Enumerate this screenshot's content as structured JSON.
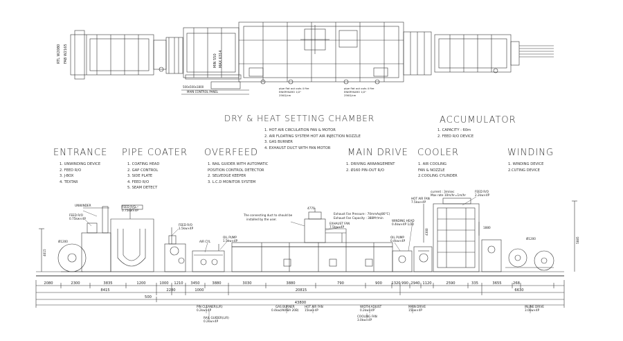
{
  "top_view": {
    "label_width_left_1": "RTL W2080",
    "label_width_left_2": "FAB W2165",
    "label_mid_1": "MIN 550",
    "label_mid_2": "MAX 6314",
    "panel_size": "500x500x1800",
    "main_control_panel": "MAIN CONTROL PANEL",
    "pipe_note_1a": "pipe flat out outs 4 fire",
    "pipe_note_1b": "ENKRYKARO 1/2\"",
    "pipe_note_1c": "25KG/cm",
    "pipe_note_2a": "pipe flat out outs 4 fire",
    "pipe_note_2b": "ENKRYKARO 1/2\"",
    "pipe_note_2c": "25KG/cm"
  },
  "sections": {
    "dry_heat": {
      "title": "DRY & HEAT SETTING CHAMBER",
      "items": [
        "1. HOT AIR CIRCULATION FAN & MOTOR",
        "2. AIR FLOATING SYSTEM HOT AIR INJECTION NOZZLE",
        "3. GAS BURNER",
        "4. EXHAUST DUCT WITH FAN MOTOR"
      ]
    },
    "accumulator": {
      "title": "ACCUMULATOR",
      "items": [
        "1. CAPACITY : 60m",
        "2. FEED R/O DEVICE"
      ]
    },
    "entrance": {
      "title": "ENTRANCE",
      "items": [
        "1. UNWINDING DEVICE",
        "2. FEED R/O",
        "3. J-BOX",
        "4. TEXTAR"
      ]
    },
    "pipe_coater": {
      "title": "PIPE COATER",
      "items": [
        "1. COATING HEAD",
        "2. GAP CONTROL",
        "3. SIDE PLATE",
        "4. FEED R/O",
        "5. SEAM DETECT"
      ]
    },
    "overfeed": {
      "title": "OVERFEED",
      "items": [
        "1. RAIL GUIDER WITH AUTOMATIC",
        "   POSITION CONTROL DETECTOR",
        "2. SELVEDGE KEEPER",
        "3. L.C.D MONITOR SYSTEM"
      ]
    },
    "main_drive": {
      "title": "MAIN DRIVE",
      "items": [
        "1. DRIVING ARRANGEMENT",
        "2. Ø160 PIN-OUT R/O"
      ]
    },
    "cooler": {
      "title": "COOLER",
      "items": [
        "1. AIR COOLING",
        "   FAN & NOZZLE",
        "2.COOLING CYLINDER"
      ]
    },
    "winding": {
      "title": "WINDING",
      "items": [
        "1. WINDING DEVICE",
        "",
        "2.CUTING DEVICE"
      ]
    }
  },
  "side_view": {
    "callouts": {
      "feed_ro_top": "FEED R/O",
      "feed_ro_top_spec": "0.75kw×4P",
      "feed_ro_left": "FEED R/O",
      "feed_ro_left_spec": "0.75kw×4P",
      "feed_ro_mid": "FEED R/O",
      "feed_ro_mid_spec": "1.5kw×4P",
      "unwinder": "UNWINDER",
      "air_cyl": "AIR CYL",
      "oil_pump": "OIL PUMP",
      "oil_pump_spec": "1.5kw×4P",
      "duct_note_1": "The connecting duct to should be",
      "duct_note_2": "installed by the user.",
      "exhaust_pressure": "Exhaust Fan Pressure : 70mmAq(80°C)",
      "exhaust_capacity": "Exhaust Fan Capacity : 388M³/min",
      "exhaust_fan": "EXHAUST FAN",
      "exhaust_fan_spec": "7.5kw×4P",
      "hot_air_top": "HOT AIR FAN",
      "hot_air_top_spec": "7.5kw×4P",
      "oil_pump_2": "OIL PUMP",
      "oil_pump_2_spec": "0.4kw×4P",
      "winding_head": "WINDING HEAD",
      "winding_head_spec": "0.4kw×4P 1/20",
      "acc_current": "current : 3m/sec",
      "acc_current_2": "Max rate 10m/hr=1m/hr",
      "feed_ro_right": "FEED R/O",
      "feed_ro_right_spec": "2.2kw×4P",
      "hv_tag": "4770",
      "h_small": "1880",
      "h_left": "4015",
      "h_acc": "4300",
      "h_right": "5885",
      "dia_left": "Ø1200",
      "dia_right": "Ø1200",
      "pin_cleaner": "PIN CLEANER(L/R)",
      "pin_cleaner_spec": "0.2kw×4P",
      "rail_guider": "RAIL GUIDER(L/R)",
      "rail_guider_spec": "0.2kw×4P",
      "gas_burner": "GAS BURNER",
      "gas_burner_spec": "0.4kw(AKABA 20B)",
      "hot_air_fan": "HOT AIR FAN",
      "hot_air_fan_spec": "15kw×4P",
      "width_adj": "WIDTH ADJUST",
      "width_adj_spec": "0.2kw×4P",
      "cooling_fan": "COOLING FAN",
      "cooling_fan_spec": "3.0kw×4P",
      "main_drive": "MAIN DRIVE",
      "main_drive_spec": "15kw×4P",
      "inline_drive": "INLINE DRIVE",
      "inline_drive_spec": "3.0kw×4P"
    },
    "dims_row1": [
      "2080",
      "2300",
      "3835",
      "1200",
      "1000",
      "1210",
      "3450",
      "3880",
      "3030",
      "3880",
      "790",
      "900",
      "1320",
      "990",
      "2940",
      "1120",
      "2590",
      "335",
      "3655",
      "268"
    ],
    "dims_row2": [
      "8415",
      "2280",
      "1000",
      "20815",
      "6630"
    ],
    "dim_500": "500",
    "dim_total": "43800"
  }
}
